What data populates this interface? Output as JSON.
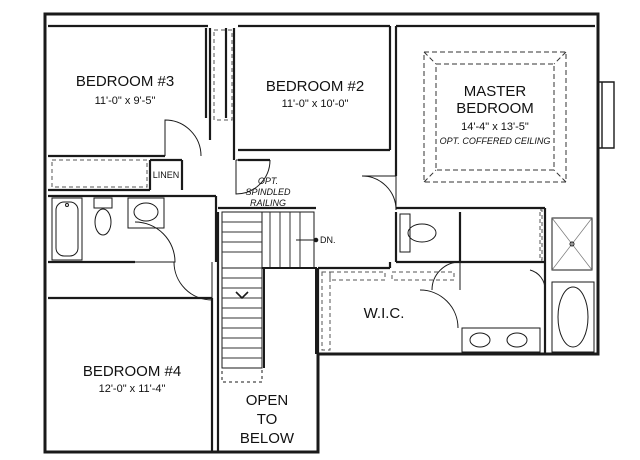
{
  "rooms": {
    "bedroom3": {
      "name": "BEDROOM #3",
      "dims": "11'-0\" x 9'-5\""
    },
    "bedroom2": {
      "name": "BEDROOM #2",
      "dims": "11'-0\" x 10'-0\""
    },
    "master": {
      "name_line1": "MASTER",
      "name_line2": "BEDROOM",
      "dims": "14'-4\" x 13'-5\"",
      "note": "OPT. COFFERED CEILING"
    },
    "bedroom4": {
      "name": "BEDROOM #4",
      "dims": "12'-0\" x 11'-4\""
    },
    "linen": {
      "name": "LINEN"
    },
    "wic": {
      "name": "W.I.C."
    },
    "open_below": {
      "line1": "OPEN",
      "line2": "TO",
      "line3": "BELOW"
    }
  },
  "annotations": {
    "railing_line1": "OPT.",
    "railing_line2": "SPINDLED",
    "railing_line3": "RAILING",
    "stair_dn": "DN."
  },
  "colors": {
    "wall": "#1a1a1a",
    "background": "#ffffff"
  }
}
